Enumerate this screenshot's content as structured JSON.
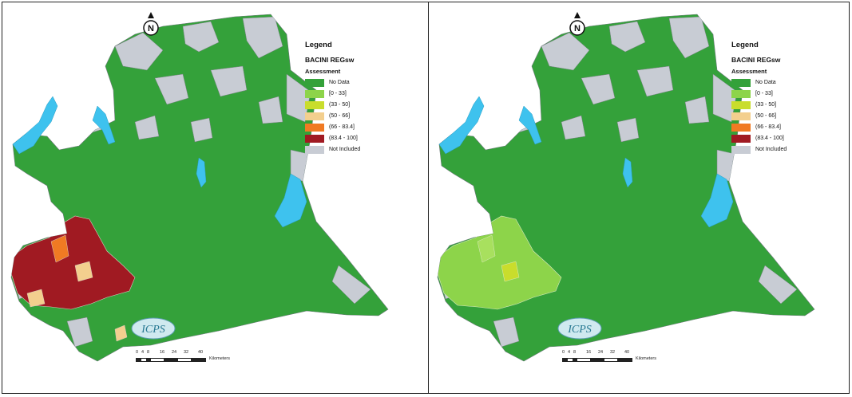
{
  "legend": {
    "title": "Legend",
    "layer": "BACINI REGsw",
    "field": "Assessment",
    "items": [
      {
        "label": "No Data",
        "color": "#34a13a"
      },
      {
        "label": "[0 - 33]",
        "color": "#8dd44a"
      },
      {
        "label": "(33 - 50]",
        "color": "#c9dd2c"
      },
      {
        "label": "(50 - 66]",
        "color": "#f3cf8e"
      },
      {
        "label": "(66 - 83.4]",
        "color": "#f07a23"
      },
      {
        "label": "(83.4 - 100]",
        "color": "#a01a22"
      },
      {
        "label": "Not Included",
        "color": "#c8ccd4"
      }
    ]
  },
  "north_label": "N",
  "logo_text": "ICPS",
  "scale": {
    "ticks": [
      "0",
      "4",
      "8",
      "16",
      "24",
      "32",
      "40"
    ],
    "unit": "Kilometers"
  },
  "maps": [
    {
      "name": "left",
      "southwest_class": "(83.4 - 100]"
    },
    {
      "name": "right",
      "southwest_class": "[0 - 33]"
    }
  ],
  "colors": {
    "base": "#34a13a",
    "not_included": "#c8ccd4",
    "lake": "#3ec2ee"
  }
}
